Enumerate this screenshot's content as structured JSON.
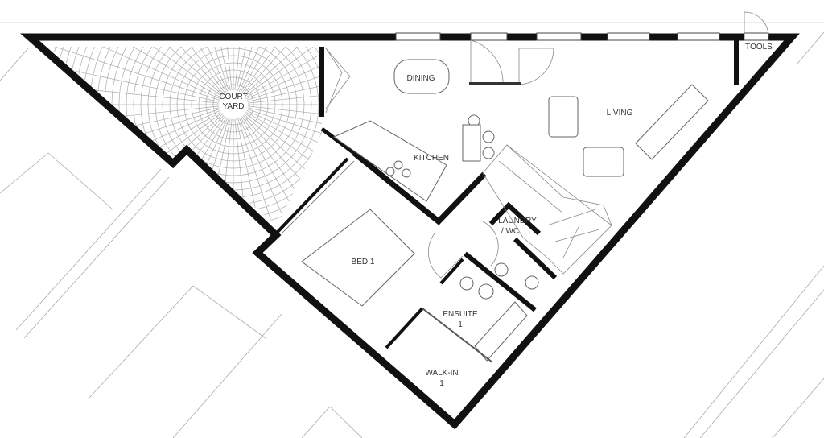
{
  "plan": {
    "rooms": {
      "courtyard": [
        "COURT",
        "YARD"
      ],
      "dining": "DINING",
      "living": "LIVING",
      "kitchen": "KITCHEN",
      "tools": "TOOLS",
      "laundry": [
        "LAUNDRY",
        "/ WC"
      ],
      "bed1": "BED 1",
      "ensuite": [
        "ENSUITE",
        "1"
      ],
      "walkin": [
        "WALK-IN",
        "1"
      ]
    },
    "colors": {
      "wall": "#111111",
      "line": "#888888",
      "background": "#ffffff"
    }
  }
}
